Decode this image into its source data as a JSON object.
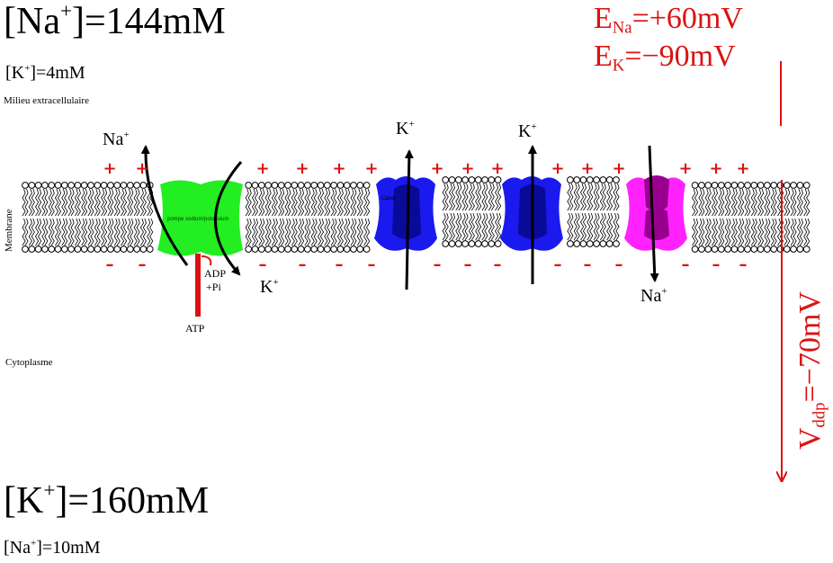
{
  "extracellular": {
    "na_label": "[Na",
    "na_sup": "+",
    "na_value": "]=144mM",
    "k_label": "[K",
    "k_sup": "+",
    "k_value": "]=4mM",
    "region_label": "Milieu extracellulaire"
  },
  "intracellular": {
    "k_label": "[K",
    "k_sup": "+",
    "k_value": "]=160mM",
    "na_label": "[Na",
    "na_sup": "+",
    "na_value": "]=10mM",
    "region_label": "Cytoplasme"
  },
  "membrane_label": "Membrane",
  "equilibrium": {
    "ena_E": "E",
    "ena_sub": "Na",
    "ena_value": "=+60mV",
    "ek_E": "E",
    "ek_sub": "K",
    "ek_value": "=−90mV"
  },
  "vddp": {
    "V": "V",
    "sub": "ddp",
    "value": "=−70mV"
  },
  "pump": {
    "label": "pompe sodium/potassium",
    "na_ion": "Na",
    "na_sup": "+",
    "k_ion": "K",
    "k_sup": "+",
    "adp": "ADP",
    "pi": "+Pi",
    "atp": "ATP"
  },
  "channels": [
    {
      "ion": "K",
      "sup": "+",
      "label": "Canal"
    },
    {
      "ion": "K",
      "sup": "+",
      "label": ""
    },
    {
      "ion": "Na",
      "sup": "+",
      "label": ""
    }
  ],
  "colors": {
    "pump": "#22ee22",
    "k_channel": "#1a1aee",
    "k_channel_dark": "#0a0a99",
    "na_channel": "#ff22ff",
    "na_channel_dark": "#99008f",
    "red": "#dd1111"
  },
  "charges": {
    "plus": "+",
    "minus": "–"
  }
}
